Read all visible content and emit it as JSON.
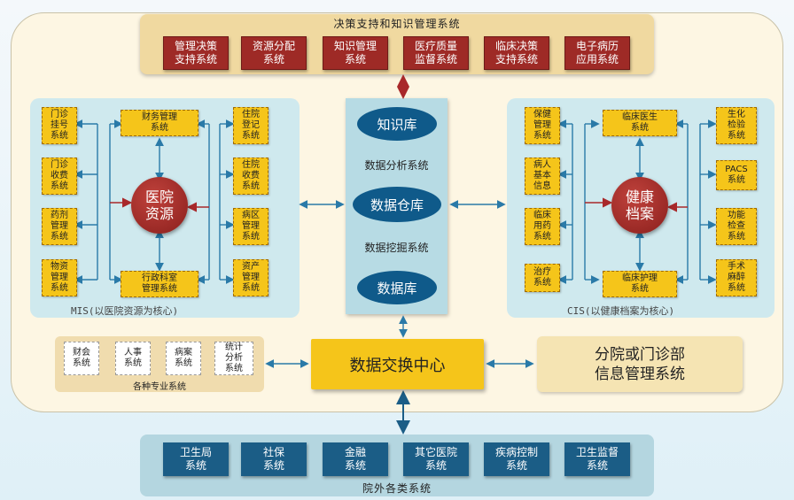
{
  "top": {
    "title": "决策支持和知识管理系统",
    "boxes": [
      "管理决策\n支持系统",
      "资源分配\n系统",
      "知识管理\n系统",
      "医疗质量\n监督系统",
      "临床决策\n支持系统",
      "电子病历\n应用系统"
    ]
  },
  "mis": {
    "center": "医院\n资源",
    "left_boxes": [
      "门诊\n挂号\n系统",
      "门诊\n收费\n系统",
      "药剂\n管理\n系统",
      "物资\n管理\n系统"
    ],
    "top_box": "财务管理\n系统",
    "bottom_box": "行政科室\n管理系统",
    "right_boxes": [
      "住院\n登记\n系统",
      "住院\n收费\n系统",
      "病区\n管理\n系统",
      "资产\n管理\n系统"
    ],
    "caption": "MIS(以医院资源为核心)"
  },
  "center": {
    "db1": "知识库",
    "label1": "数据分析系统",
    "db2": "数据仓库",
    "label2": "数据挖掘系统",
    "db3": "数据库"
  },
  "cis": {
    "center": "健康\n档案",
    "left_boxes": [
      "保健\n管理\n系统",
      "病人\n基本\n信息",
      "临床\n用药\n系统",
      "治疗\n系统"
    ],
    "top_box": "临床医生\n系统",
    "bottom_box": "临床护理\n系统",
    "right_boxes": [
      "生化\n检验\n系统",
      "PACS\n系统",
      "功能\n检查\n系统",
      "手术\n麻醉\n系统"
    ],
    "caption": "CIS(以健康档案为核心)"
  },
  "special": {
    "boxes": [
      "财会\n系统",
      "人事\n系统",
      "病案\n系统",
      "统计\n分析\n系统"
    ],
    "caption": "各种专业系统"
  },
  "exchange": "数据交换中心",
  "branch": "分院或门诊部\n信息管理系统",
  "bottom": {
    "boxes": [
      "卫生局\n系统",
      "社保\n系统",
      "金融\n系统",
      "其它医院\n系统",
      "疾病控制\n系统",
      "卫生监督\n系统"
    ],
    "caption": "院外各类系统"
  },
  "colors": {
    "red": "#9e2a26",
    "yellow": "#f5c51a",
    "blue": "#1b5d86",
    "arrow_blue": "#2a7aa8",
    "arrow_red": "#a8282a"
  }
}
